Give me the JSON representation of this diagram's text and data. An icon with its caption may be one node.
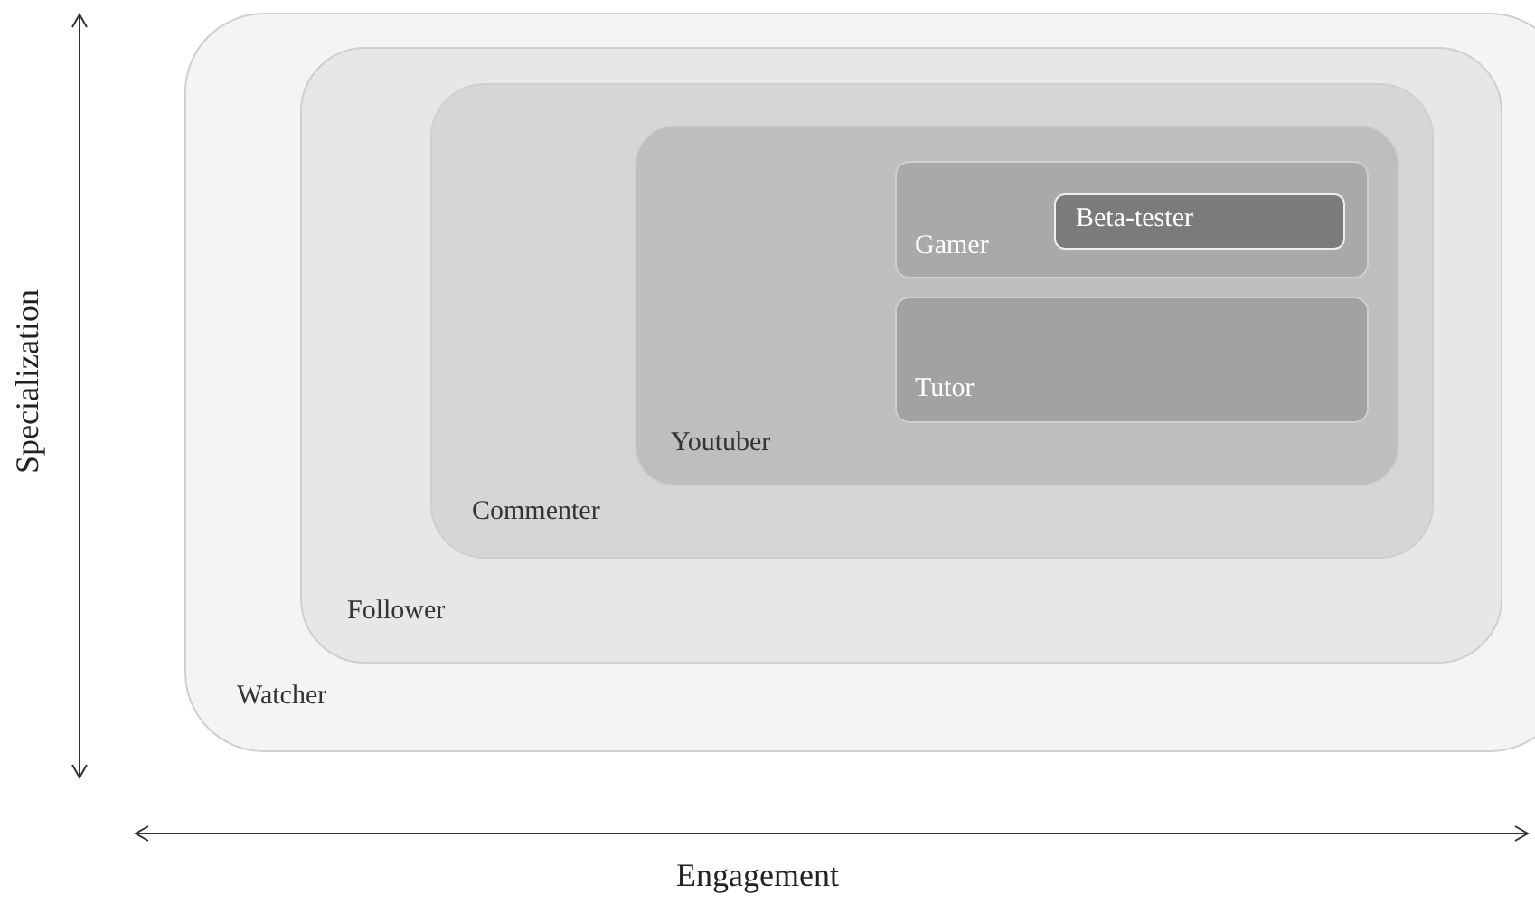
{
  "diagram": {
    "nodes": [
      {
        "text": [
          "Watcher"
        ]
      },
      {
        "text": [
          "Follower"
        ],
        "in": 0
      },
      {
        "text": [
          "Commenter"
        ],
        "in": 1
      },
      {
        "text": [
          "Youtuber"
        ],
        "in": 2
      },
      {
        "text": [
          "Gamer"
        ],
        "in": 3
      },
      {
        "text": [
          "Beta-tester"
        ],
        "in": 4
      },
      {
        "text": [
          "Tutor"
        ],
        "in": 3
      }
    ],
    "labels": [
      "Specialization",
      "Engagement"
    ]
  }
}
